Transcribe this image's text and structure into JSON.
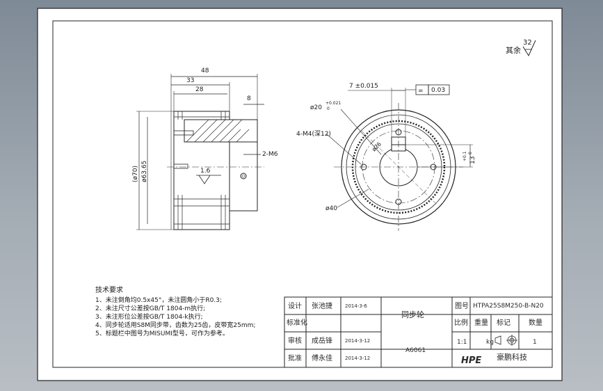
{
  "roughness": {
    "value": "32",
    "label": "其余"
  },
  "dims": {
    "d48": "48",
    "d33": "33",
    "d28": "28",
    "d8": "8",
    "d70": "(ø70)",
    "d6365": "ø63.65",
    "holes": "2-M6",
    "ra16": "1.6",
    "key7": "7 ±0.015",
    "bore": "ø20",
    "bore_tol_upper": "+0.021",
    "bore_tol_lower": "0",
    "flatness_sym": "=",
    "flatness_val": "0.03",
    "m4": "4-M4(深12)",
    "d40": "ø40",
    "d26": "ø26",
    "h13": "13",
    "h13_tol_upper": "+0.1",
    "h13_tol_lower": "0"
  },
  "notes": {
    "title": "技术要求",
    "lines": [
      "1、未注倒角均0.5x45°，未注圆角小于R0.3;",
      "2、未注尺寸公差按GB/T 1804-m执行;",
      "3、未注形位公差按GB/T 1804-k执行;",
      "4、同步轮适用S8M同步带，齿数为25齿，皮带宽25mm;",
      "5、标题栏中图号为MISUMI型号，可作为参考。"
    ]
  },
  "title_block": {
    "design_label": "设计",
    "designer": "张池捷",
    "design_date": "2014-3-6",
    "std_label": "标准化",
    "review_label": "审核",
    "reviewer": "成岳锋",
    "review_date": "2014-3-12",
    "approve_label": "批准",
    "approver": "傅永佳",
    "approve_date": "2014-3-12",
    "part_name": "同步轮",
    "material": "A6061",
    "drawing_no_label": "图号",
    "drawing_no": "HTPA25S8M250-B-N20",
    "scale_label": "比例",
    "weight_label": "重量",
    "mark_label": "标记",
    "qty_label": "数量",
    "scale": "1:1",
    "weight_unit": "kg",
    "qty": "1",
    "logo": "HPE",
    "company": "豪鹏科技"
  }
}
